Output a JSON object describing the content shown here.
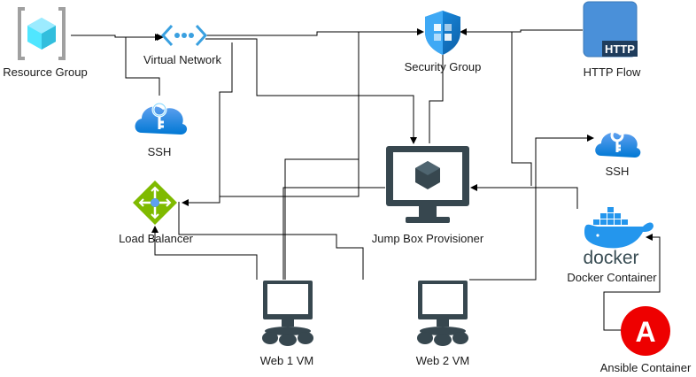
{
  "nodes": {
    "resource_group": {
      "label": "Resource Group",
      "icon": "resource-group-icon"
    },
    "virtual_network": {
      "label": "Virtual Network",
      "icon": "virtual-network-icon"
    },
    "security_group": {
      "label": "Security Group",
      "icon": "shield-icon"
    },
    "http_flow": {
      "label": "HTTP Flow",
      "icon": "http-icon",
      "icon_text": "HTTP"
    },
    "ssh_left": {
      "label": "SSH",
      "icon": "cloud-key-icon"
    },
    "ssh_right": {
      "label": "SSH",
      "icon": "cloud-key-icon"
    },
    "load_balancer": {
      "label": "Load Balancer",
      "icon": "load-balancer-icon"
    },
    "jump_box": {
      "label": "Jump Box Provisioner",
      "icon": "monitor-icon"
    },
    "docker": {
      "label": "Docker Container",
      "icon": "docker-whale-icon",
      "logo_text": "docker"
    },
    "web1": {
      "label": "Web 1 VM",
      "icon": "vm-monitor-icon"
    },
    "web2": {
      "label": "Web 2 VM",
      "icon": "vm-monitor-icon"
    },
    "ansible": {
      "label": "Ansible Container",
      "icon": "ansible-icon",
      "logo_text": "A"
    }
  },
  "colors": {
    "azure_blue": "#0078d4",
    "azure_light": "#50e6ff",
    "lb_green": "#7fba00",
    "monitor_dark": "#37474f",
    "http_blue": "#4a90d9",
    "docker_blue": "#2496ed",
    "docker_text": "#394d54",
    "ansible_red": "#ee0000",
    "line": "#000000"
  }
}
